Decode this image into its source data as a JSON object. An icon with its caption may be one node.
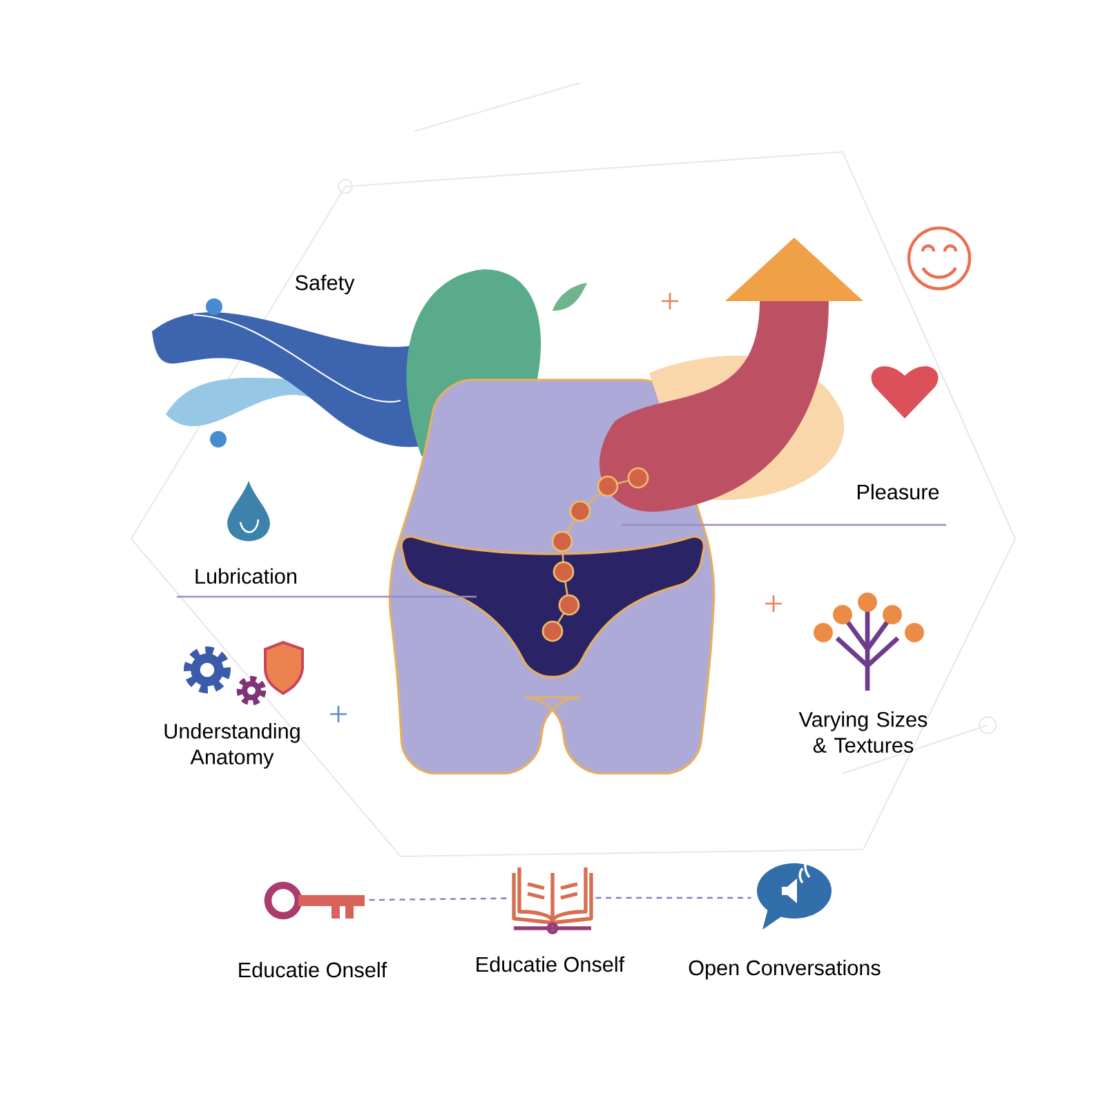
{
  "diagram": {
    "nodes": [
      {
        "text": [],
        "shape": "picture",
        "beside": [
          "Educatie Onself"
        ]
      },
      {
        "text": [],
        "shape": "picture",
        "beside": [
          "Educatie Onself"
        ]
      },
      {
        "text": [],
        "shape": "picture",
        "beside": [
          "Open Conversations"
        ]
      }
    ],
    "edges": [
      {
        "from": 0,
        "to": 1,
        "arrow": "none",
        "style": "dashed"
      },
      {
        "from": 1,
        "to": 2,
        "arrow": "none",
        "style": "dashed"
      }
    ],
    "labels": [
      "Safety",
      "Lubrication",
      "Understanding Anatomy",
      "Pleasure",
      "Varying Sizes & Textures"
    ]
  }
}
